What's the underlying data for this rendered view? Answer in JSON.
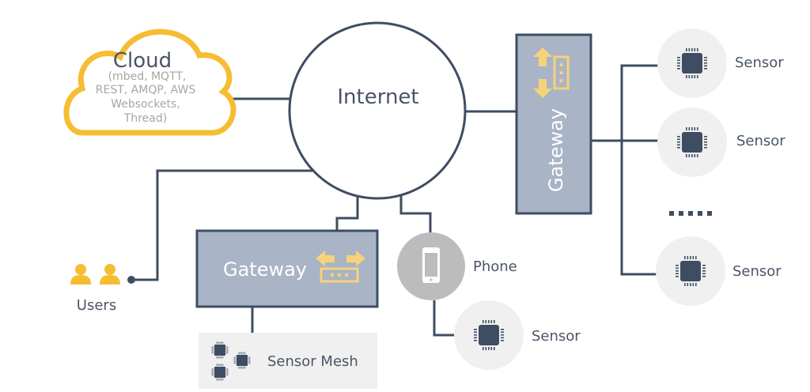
{
  "diagram": {
    "cloud": {
      "title": "Cloud",
      "lines": [
        "(mbed, MQTT,",
        "REST, AMQP, AWS",
        "Websockets,",
        "Thread)"
      ]
    },
    "internet": {
      "label": "Internet"
    },
    "gateway_right": {
      "label": "Gateway"
    },
    "gateway_bottom": {
      "label": "Gateway"
    },
    "sensors_right": [
      {
        "label": "Sensor"
      },
      {
        "label": "Sensor"
      },
      {
        "label": "Sensor"
      }
    ],
    "ellipsis": ".....",
    "phone": {
      "label": "Phone"
    },
    "phone_sensor": {
      "label": "Sensor"
    },
    "users": {
      "label": "Users"
    },
    "sensor_mesh": {
      "label": "Sensor Mesh"
    },
    "colors": {
      "line": "#3f4d63",
      "accent_yellow": "#f6bd33",
      "gateway_fill": "#a9b4c6",
      "gateway_icon": "#f7d27a",
      "sensor_circle": "#f0f0f0",
      "chip": "#3f4d63",
      "phone_circle": "#bcbcbc",
      "cloud_text": "#a6a6a6"
    }
  }
}
